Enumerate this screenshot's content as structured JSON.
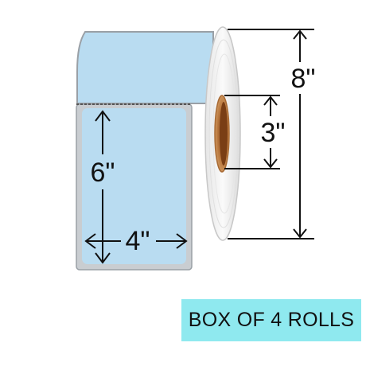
{
  "dimensions": {
    "roll_diameter": "8\"",
    "core_diameter": "3\"",
    "label_length": "6\"",
    "label_width": "4\""
  },
  "badge": {
    "text": "BOX OF 4 ROLLS",
    "color": "#8fe9ef"
  },
  "colors": {
    "label_fill": "#b9dcf1",
    "label_border": "#9aa0a6",
    "roll_face": "#f4f4f4",
    "core_fill": "#c98a4e"
  }
}
